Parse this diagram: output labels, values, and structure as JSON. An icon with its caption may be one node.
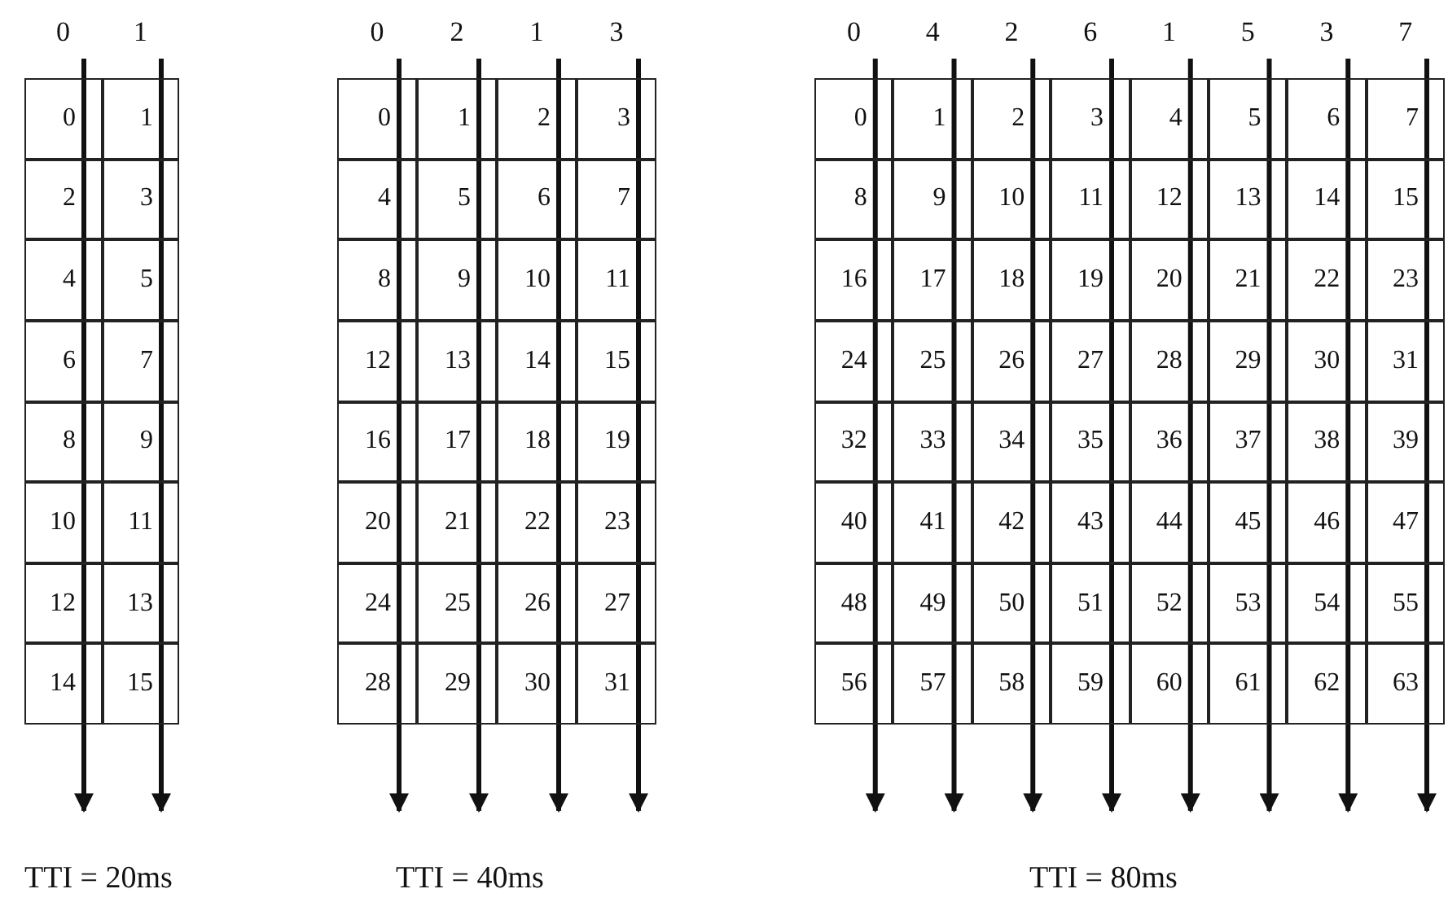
{
  "diagram": {
    "labels": [
      "0",
      "1",
      "0",
      "1",
      "2",
      "3",
      "4",
      "5",
      "6",
      "7",
      "8",
      "9",
      "10",
      "11",
      "12",
      "13",
      "14",
      "15",
      "TTI = 20ms",
      "0",
      "2",
      "1",
      "3",
      "0",
      "1",
      "2",
      "3",
      "4",
      "5",
      "6",
      "7",
      "8",
      "9",
      "10",
      "11",
      "12",
      "13",
      "14",
      "15",
      "16",
      "17",
      "18",
      "19",
      "20",
      "21",
      "22",
      "23",
      "24",
      "25",
      "26",
      "27",
      "28",
      "29",
      "30",
      "31",
      "TTI = 40ms",
      "0",
      "4",
      "2",
      "6",
      "1",
      "5",
      "3",
      "7",
      "0",
      "1",
      "2",
      "3",
      "4",
      "5",
      "6",
      "7",
      "8",
      "9",
      "10",
      "11",
      "12",
      "13",
      "14",
      "15",
      "16",
      "17",
      "18",
      "19",
      "20",
      "21",
      "22",
      "23",
      "24",
      "25",
      "26",
      "27",
      "28",
      "29",
      "30",
      "31",
      "32",
      "33",
      "34",
      "35",
      "36",
      "37",
      "38",
      "39",
      "40",
      "41",
      "42",
      "43",
      "44",
      "45",
      "46",
      "47",
      "48",
      "49",
      "50",
      "51",
      "52",
      "53",
      "54",
      "55",
      "56",
      "57",
      "58",
      "59",
      "60",
      "61",
      "62",
      "63",
      "TTI = 80ms"
    ]
  }
}
